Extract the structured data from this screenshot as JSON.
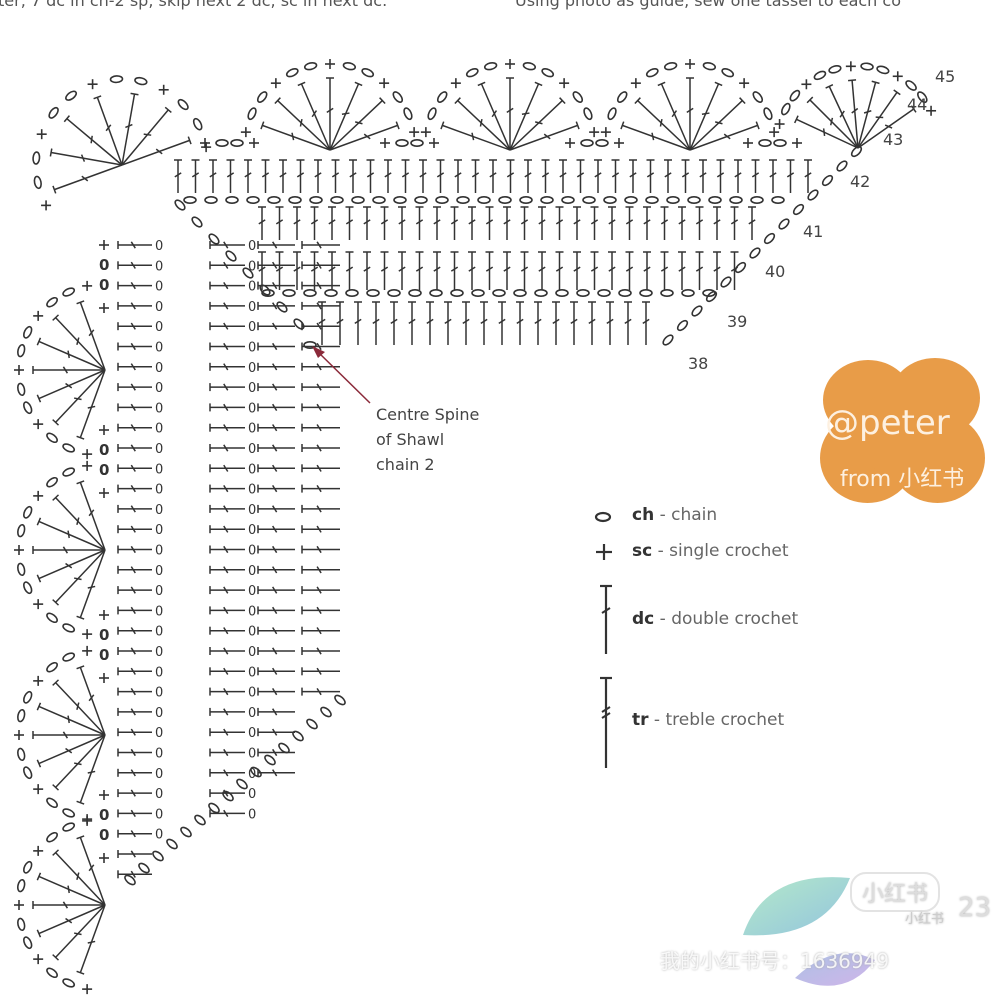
{
  "header_text": {
    "left": "ter, 7 dc in ch-2 sp, skip next 2 dc, sc in next dc.",
    "right": "Using photo as guide, sew one tassel to each co"
  },
  "row_labels": [
    "45",
    "44",
    "43",
    "42",
    "41",
    "40",
    "39",
    "38"
  ],
  "annotation": {
    "lines": [
      "Centre Spine",
      "of Shawl",
      "chain 2"
    ]
  },
  "legend": [
    {
      "symbol": "chain-symbol",
      "abbr": "ch",
      "name": "- chain"
    },
    {
      "symbol": "plus-symbol",
      "abbr": "sc",
      "name": "- single crochet"
    },
    {
      "symbol": "dc-symbol",
      "abbr": "dc",
      "name": "- double crochet"
    },
    {
      "symbol": "tr-symbol",
      "abbr": "tr",
      "name": "- treble crochet"
    }
  ],
  "watermark": {
    "handle": "@peter",
    "source": "from 小红书",
    "brand": "小红书",
    "brand_small": "小红书",
    "id_text": "我的小红书号：1636949",
    "number": "23"
  },
  "colors": {
    "ink": "#333333",
    "accent": "#e89c48",
    "arrow": "#8b2a3a"
  }
}
